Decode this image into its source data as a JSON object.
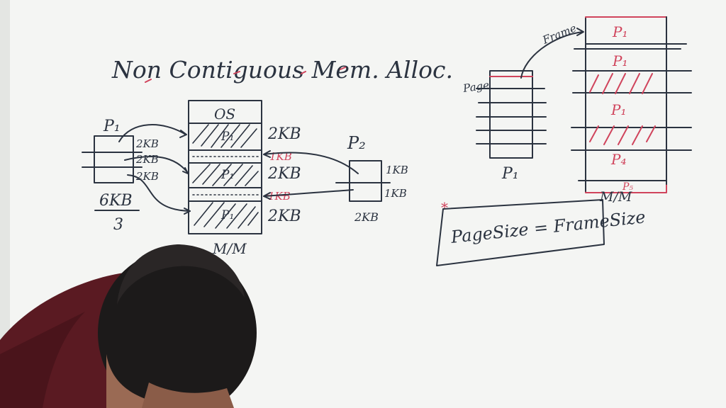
{
  "title": "Non Contiguous Mem. Alloc.",
  "left": {
    "p1_label": "P₁",
    "p1_pages": [
      "2KB",
      "2KB",
      "2KB"
    ],
    "p1_total": "6KB",
    "p1_count": "3",
    "memory_os": "OS",
    "memory_sizes": [
      "2KB",
      "1KB",
      "2KB",
      "1KB",
      "2KB"
    ],
    "memory_labels": [
      "P₁",
      "P₁",
      "P₁"
    ],
    "memory_caption": "M/M",
    "p2_label": "P₂",
    "p2_pages": [
      "1KB",
      "1KB"
    ],
    "p2_total": "2KB"
  },
  "right": {
    "frame_label": "Frame",
    "page_label": "Page",
    "process_caption": "P₁",
    "frames": [
      "P₁",
      "P₁",
      "P₁",
      "P₄",
      "P₅"
    ],
    "memory_caption": "M/M",
    "formula": "PageSize = FrameSize",
    "star": "*"
  },
  "colors": {
    "ink": "#2b3340",
    "marker_red": "#d0445c",
    "board": "#f4f5f3",
    "sweater": "#5a1a22",
    "hair": "#1c1a1a"
  }
}
